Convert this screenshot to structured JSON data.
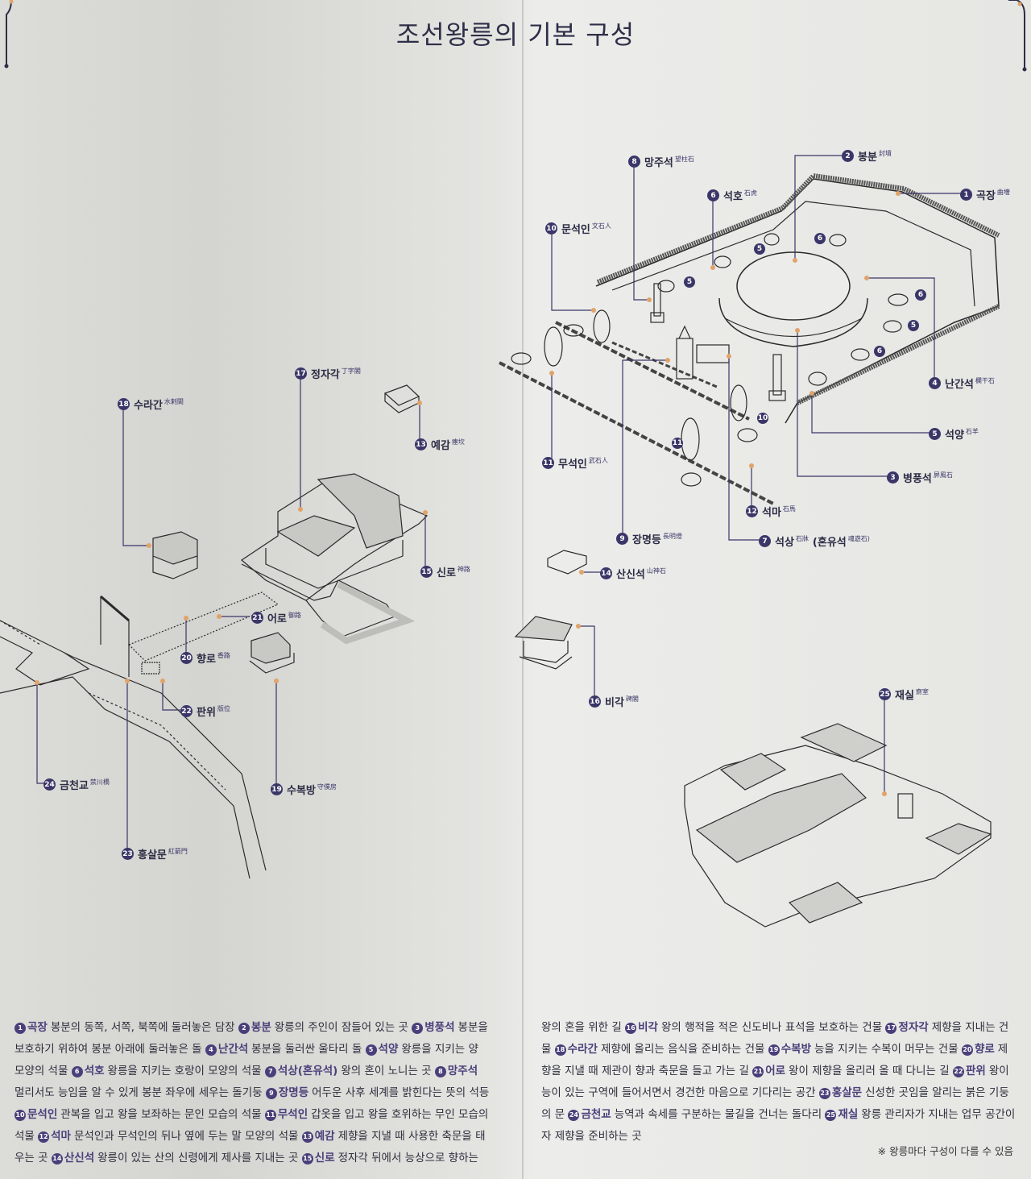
{
  "title": "조선왕릉의 기본 구성",
  "colors": {
    "badge": "#3a3668",
    "leader_line": "#3a3668",
    "anchor_dot": "#e0a36a",
    "ink": "#2b2b45",
    "paper": "#e4e4e1"
  },
  "labels": [
    {
      "n": "1",
      "ko": "곡장",
      "hanja": "曲墻"
    },
    {
      "n": "2",
      "ko": "봉분",
      "hanja": "封墳"
    },
    {
      "n": "3",
      "ko": "병풍석",
      "hanja": "屛風石"
    },
    {
      "n": "4",
      "ko": "난간석",
      "hanja": "欄干石"
    },
    {
      "n": "5",
      "ko": "석양",
      "hanja": "石羊"
    },
    {
      "n": "6",
      "ko": "석호",
      "hanja": "石虎"
    },
    {
      "n": "7",
      "ko": "석상",
      "hanja": "石牀",
      "extra": "(혼유석",
      "extra_hanja": "魂遊石)"
    },
    {
      "n": "8",
      "ko": "망주석",
      "hanja": "望柱石"
    },
    {
      "n": "9",
      "ko": "장명등",
      "hanja": "長明燈"
    },
    {
      "n": "10",
      "ko": "문석인",
      "hanja": "文石人"
    },
    {
      "n": "11",
      "ko": "무석인",
      "hanja": "武石人"
    },
    {
      "n": "12",
      "ko": "석마",
      "hanja": "石馬"
    },
    {
      "n": "13",
      "ko": "예감",
      "hanja": "瘞坎"
    },
    {
      "n": "14",
      "ko": "산신석",
      "hanja": "山神石"
    },
    {
      "n": "15",
      "ko": "신로",
      "hanja": "神路"
    },
    {
      "n": "16",
      "ko": "비각",
      "hanja": "碑閣"
    },
    {
      "n": "17",
      "ko": "정자각",
      "hanja": "丁字閣"
    },
    {
      "n": "18",
      "ko": "수라간",
      "hanja": "水剌間"
    },
    {
      "n": "19",
      "ko": "수복방",
      "hanja": "守僕房"
    },
    {
      "n": "20",
      "ko": "향로",
      "hanja": "香路"
    },
    {
      "n": "21",
      "ko": "어로",
      "hanja": "御路"
    },
    {
      "n": "22",
      "ko": "판위",
      "hanja": "版位"
    },
    {
      "n": "23",
      "ko": "홍살문",
      "hanja": "紅箭門"
    },
    {
      "n": "24",
      "ko": "금천교",
      "hanja": "禁川橋"
    },
    {
      "n": "25",
      "ko": "재실",
      "hanja": "齋室"
    }
  ],
  "small_badges": [
    "5",
    "6",
    "5",
    "6",
    "6",
    "5",
    "6",
    "10",
    "11"
  ],
  "legend": {
    "left": [
      {
        "n": "1",
        "term": "곡장",
        "desc": "봉분의 동쪽, 서쪽, 북쪽에 둘러놓은 담장"
      },
      {
        "n": "2",
        "term": "봉분",
        "desc": "왕릉의 주인이 잠들어 있는 곳"
      },
      {
        "n": "3",
        "term": "병풍석",
        "desc": "봉분을 보호하기 위하여 봉분 아래에 둘러놓은 돌"
      },
      {
        "n": "4",
        "term": "난간석",
        "desc": "봉분을 둘러싼 울타리 돌"
      },
      {
        "n": "5",
        "term": "석양",
        "desc": "왕릉을 지키는 양 모양의 석물"
      },
      {
        "n": "6",
        "term": "석호",
        "desc": "왕릉을 지키는 호랑이 모양의 석물"
      },
      {
        "n": "7",
        "term": "석상(혼유석)",
        "desc": "왕의 혼이 노니는 곳"
      },
      {
        "n": "8",
        "term": "망주석",
        "desc": "멀리서도 능임을 알 수 있게 봉분 좌우에 세우는 돌기둥"
      },
      {
        "n": "9",
        "term": "장명등",
        "desc": "어두운 사후 세계를 밝힌다는 뜻의 석등"
      },
      {
        "n": "10",
        "term": "문석인",
        "desc": "관복을 입고 왕을 보좌하는 문인 모습의 석물"
      },
      {
        "n": "11",
        "term": "무석인",
        "desc": "갑옷을 입고 왕을 호위하는 무인 모습의 석물"
      },
      {
        "n": "12",
        "term": "석마",
        "desc": "문석인과 무석인의 뒤나 옆에 두는 말 모양의 석물"
      },
      {
        "n": "13",
        "term": "예감",
        "desc": "제향을 지낼 때 사용한 축문을 태우는 곳"
      },
      {
        "n": "14",
        "term": "산신석",
        "desc": "왕릉이 있는 산의 신령에게 제사를 지내는 곳"
      },
      {
        "n": "15",
        "term": "신로",
        "desc": "정자각 뒤에서 능상으로 향하는"
      }
    ],
    "right_lead": "왕의 혼을 위한 길",
    "right": [
      {
        "n": "16",
        "term": "비각",
        "desc": "왕의 행적을 적은 신도비나 표석을 보호하는 건물"
      },
      {
        "n": "17",
        "term": "정자각",
        "desc": "제향을 지내는 건물"
      },
      {
        "n": "18",
        "term": "수라간",
        "desc": "제향에 올리는 음식을 준비하는 건물"
      },
      {
        "n": "19",
        "term": "수복방",
        "desc": "능을 지키는 수복이 머무는 건물"
      },
      {
        "n": "20",
        "term": "향로",
        "desc": "제향을 지낼 때 제관이 향과 축문을 들고 가는 길"
      },
      {
        "n": "21",
        "term": "어로",
        "desc": "왕이 제향을 올리러 올 때 다니는 길"
      },
      {
        "n": "22",
        "term": "판위",
        "desc": "왕이 능이 있는 구역에 들어서면서 경건한 마음으로 기다리는 공간"
      },
      {
        "n": "23",
        "term": "홍살문",
        "desc": "신성한 곳임을 알리는 붉은 기둥의 문"
      },
      {
        "n": "24",
        "term": "금천교",
        "desc": "능역과 속세를 구분하는 물길을 건너는 돌다리"
      },
      {
        "n": "25",
        "term": "재실",
        "desc": "왕릉 관리자가 지내는 업무 공간이자 제향을 준비하는 곳"
      }
    ],
    "note": "※ 왕릉마다 구성이 다를 수 있음"
  }
}
